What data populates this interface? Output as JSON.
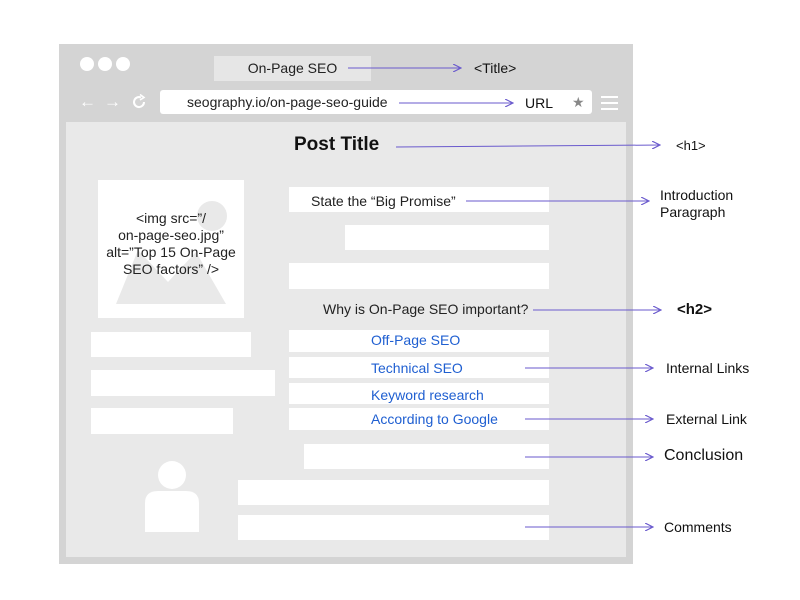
{
  "browser": {
    "tab_title": "On-Page SEO",
    "url": "seography.io/on-page-seo-guide",
    "nav": {
      "back": "←",
      "forward": "→"
    },
    "star": "★",
    "icons": [
      "back-arrow-icon",
      "forward-arrow-icon",
      "reload-icon",
      "star-icon",
      "menu-icon",
      "avatar-icon",
      "image-placeholder-icon"
    ]
  },
  "page": {
    "post_title": "Post Title",
    "img_alt_lines": [
      "<img src=”/",
      "on-page-seo.jpg”",
      "alt=”Top 15 On-Page",
      "SEO factors” />"
    ],
    "intro_text": "State the “Big Promise”",
    "h2_text": "Why is On-Page SEO important?",
    "links": [
      "Off-Page SEO",
      "Technical SEO",
      "Keyword research",
      "According to Google"
    ]
  },
  "annotations": {
    "title": "<Title>",
    "url": "URL",
    "h1": "<h1>",
    "intro_line1": "Introduction",
    "intro_line2": "Paragraph",
    "h2": "<h2>",
    "internal_links": "Internal Links",
    "external_link": "External Link",
    "conclusion": "Conclusion",
    "comments": "Comments"
  },
  "colors": {
    "arrow": "#6a5acd",
    "link": "#1f5fd1",
    "frame": "#d4d4d4",
    "content": "#e9e9e9"
  }
}
